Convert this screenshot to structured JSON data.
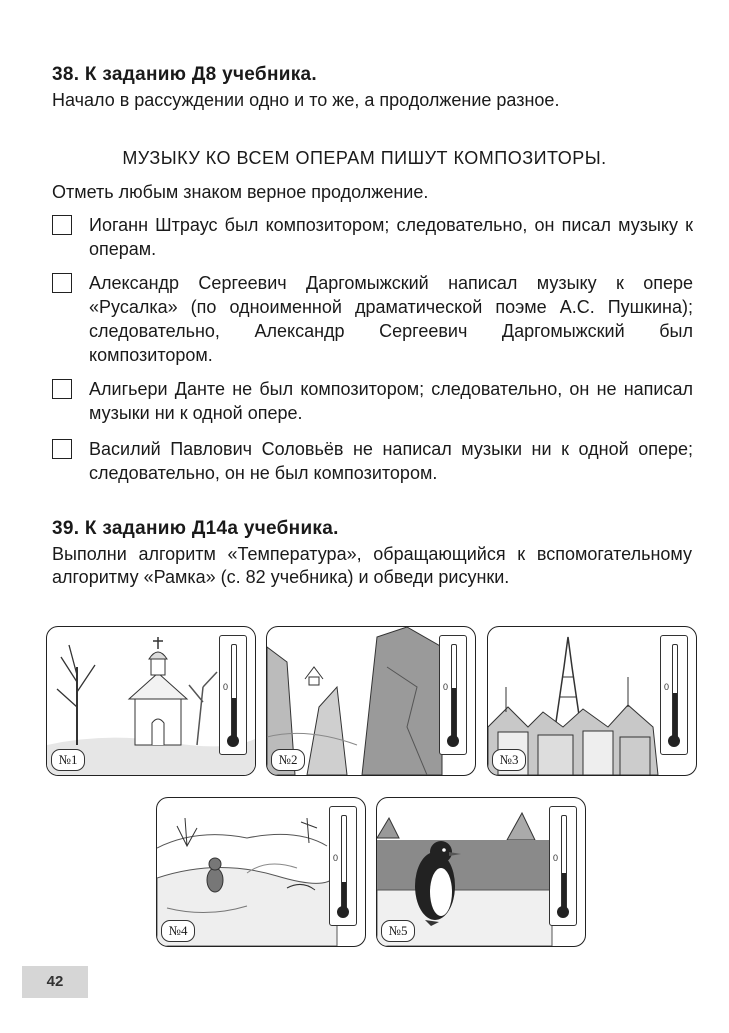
{
  "task38": {
    "heading": "38. К заданию Д8 учебника.",
    "intro": "Начало в рассуждении одно и то же, а продолжение разное.",
    "statement": "МУЗЫКУ КО ВСЕМ ОПЕРАМ ПИШУТ КОМПОЗИТОРЫ.",
    "instruction": "Отметь любым знаком верное продолжение.",
    "options": [
      "Иоганн Штраус был композитором; следовательно, он писал музыку к операм.",
      "Александр Сергеевич Даргомыжский написал музыку к опере «Русалка» (по одноименной драматической поэме А.С. Пушкина); следовательно, Александр Сергеевич Даргомыжский был композитором.",
      "Алигьери Данте не был композитором; следовательно, он не написал музыки ни к одной опере.",
      "Василий Павлович Соловьёв не написал музыки ни к одной опере; следовательно, он не был композитором."
    ]
  },
  "task39": {
    "heading": "39. К заданию Д14а учебника.",
    "intro": "Выполни алгоритм «Температура», обращающийся к вспомогательному алгоритму «Рамка» (с. 82 учебника) и обведи рисунки.",
    "pictures": [
      {
        "label": "№1",
        "zero_label": "0",
        "thermometer_level": 0.45,
        "icon": "winter-church-scene"
      },
      {
        "label": "№2",
        "zero_label": "0",
        "thermometer_level": 0.55,
        "icon": "mountain-pagoda-scene"
      },
      {
        "label": "№3",
        "zero_label": "0",
        "thermometer_level": 0.5,
        "icon": "paris-eiffel-tower-scene"
      },
      {
        "label": "№4",
        "zero_label": "0",
        "thermometer_level": 0.3,
        "icon": "desert-animals-scene"
      },
      {
        "label": "№5",
        "zero_label": "0",
        "thermometer_level": 0.4,
        "icon": "antarctic-penguin-scene"
      }
    ]
  },
  "page_number": "42"
}
